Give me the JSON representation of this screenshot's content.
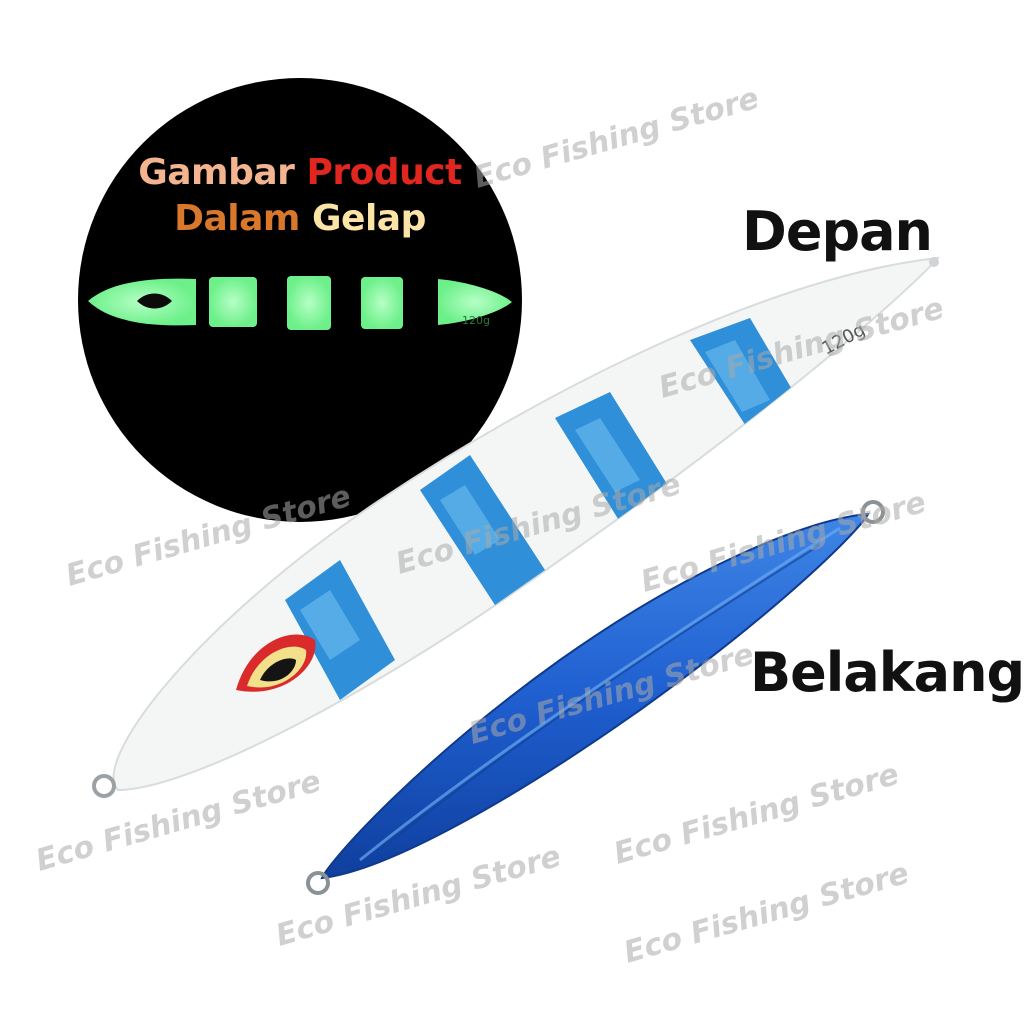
{
  "image": {
    "background": "#ffffff",
    "headline_dark": {
      "part1": "Gambar",
      "part2": "Product",
      "part3": "Dalam",
      "part4": "Gelap",
      "colors": {
        "part1": "#f3b48f",
        "part2": "#e0261f",
        "part3": "#d9772a",
        "part4": "#fbe4a6"
      }
    },
    "labels": {
      "front": "Depan",
      "back": "Belakang"
    },
    "lure_marking": {
      "front": "120g",
      "glow": "120g"
    },
    "watermark": "Eco Fishing Store",
    "colors": {
      "glow_green": "#7dfc9c",
      "lure_white": "#f4f6f5",
      "holo_blue": "#2f8fd8",
      "back_blue": "#1f5fd0",
      "eye_red": "#d92b2b",
      "eye_gold": "#f3e08a"
    }
  }
}
